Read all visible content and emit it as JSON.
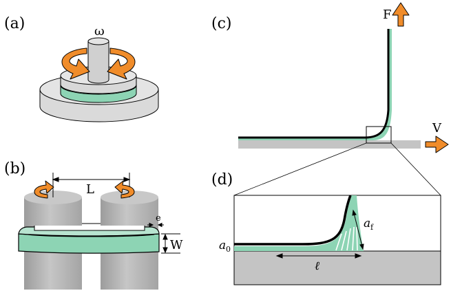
{
  "panels": {
    "a": "(a)",
    "b": "(b)",
    "c": "(c)",
    "d": "(d)"
  },
  "labels": {
    "omega": "ω",
    "L": "L",
    "e": "e",
    "W": "W",
    "F": "F",
    "V": "V",
    "a0_main": "a",
    "a0_sub": "0",
    "af_main": "a",
    "af_sub": "f",
    "ell": "ℓ"
  },
  "colors": {
    "arrow_orange": "#f08c2a",
    "film_green": "#8dd4b4",
    "substrate_gray": "#c4c4c4",
    "cylinder_gray": "#b4b4b4",
    "plate_gray": "#dcdcdc",
    "outline": "#000000"
  },
  "icons": {
    "rotation_arrow": "curved-rotation-arrow-icon",
    "force_arrow": "up-arrow-icon",
    "velocity_arrow": "right-arrow-icon"
  }
}
